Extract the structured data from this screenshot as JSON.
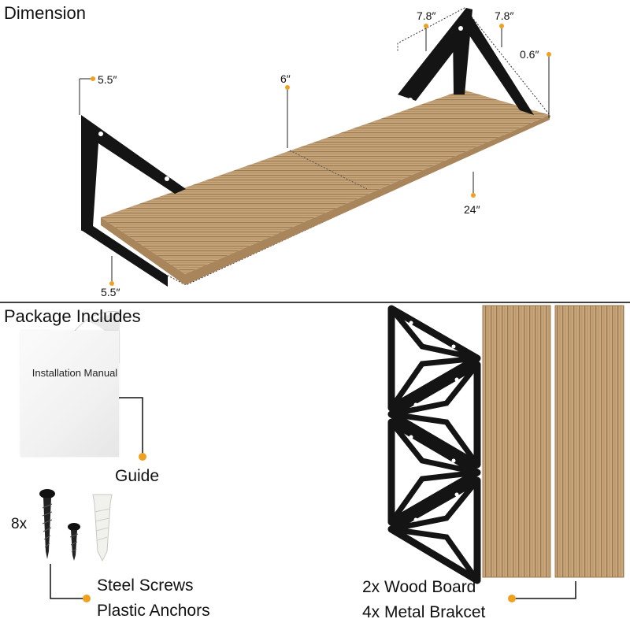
{
  "sections": {
    "dimension_title": "Dimension",
    "package_title": "Package Includes"
  },
  "dimensions": {
    "left_top_depth": "5.5″",
    "left_bottom_depth": "5.5″",
    "center_mark": "6″",
    "length": "24″",
    "bracket_height_a": "7.8″",
    "bracket_height_b": "7.8″",
    "thickness": "0.6″"
  },
  "package": {
    "manual_text": "Installation Manual",
    "guide_label": "Guide",
    "screw_count": "8x",
    "screws_label": "Steel Screws",
    "anchors_label": "Plastic Anchors",
    "boards_label": "2x Wood Board",
    "brackets_label": "4x Metal Brakcet"
  },
  "colors": {
    "accent_dot": "#f0a020",
    "wood_light": "#c7a57a",
    "wood_dark": "#8d6b46",
    "metal": "#141414"
  }
}
